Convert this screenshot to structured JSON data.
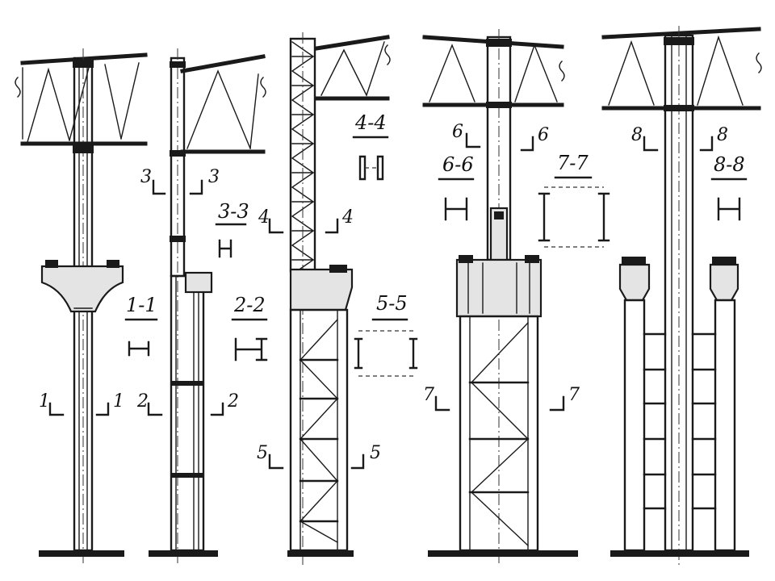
{
  "page": {
    "background": "#ffffff",
    "ink": "#1a1a1a"
  },
  "columns": [
    {
      "id": "col-1",
      "section_title": "1-1",
      "cut_left": "1",
      "cut_right": "1"
    },
    {
      "id": "col-2",
      "section_top_title": "3-3",
      "cut_top_left": "3",
      "cut_top_right": "3",
      "section_title": "2-2",
      "cut_left": "2",
      "cut_right": "2"
    },
    {
      "id": "col-3",
      "section_top_title": "4-4",
      "cut_top_left": "4",
      "cut_top_right": "4",
      "section_title": "5-5",
      "cut_left": "5",
      "cut_right": "5"
    },
    {
      "id": "col-4",
      "section_top_title": "6-6",
      "cut_top_left": "6",
      "cut_top_right": "6",
      "section_title": "7-7",
      "cut_left": "7",
      "cut_right": "7"
    },
    {
      "id": "col-5",
      "section_top_title": "8-8",
      "cut_top_left": "8",
      "cut_top_right": "8"
    }
  ]
}
